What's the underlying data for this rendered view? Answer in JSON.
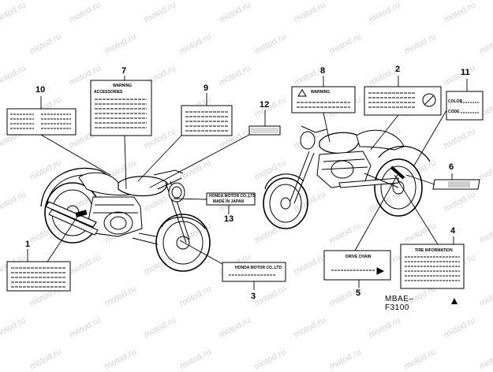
{
  "watermark": "motod.ru",
  "diagram_ref": "MBAE– F3100",
  "callouts": [
    "1",
    "2",
    "3",
    "4",
    "5",
    "6",
    "7",
    "8",
    "9",
    "10",
    "11",
    "12",
    "13"
  ],
  "labels": {
    "warning": "WARNING",
    "accessories": "ACCESSORIES",
    "color": "COLOR",
    "code": "CODE",
    "made_in_japan": "MADE IN JAPAN",
    "honda_motor": "HONDA MOTOR CO.,LTD",
    "drive_chain": "DRIVE CHAIN",
    "tire_information": "TIRE INFORMATION"
  }
}
